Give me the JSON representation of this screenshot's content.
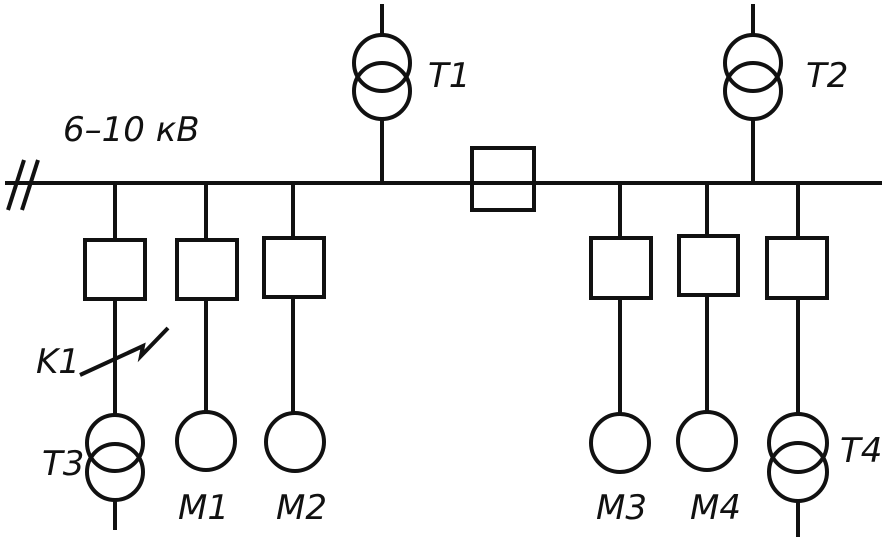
{
  "bus": {
    "voltage_label": "6–10 кВ"
  },
  "labels": {
    "t1": "T1",
    "t2": "T2",
    "t3": "T3",
    "t4": "T4",
    "k1": "K1",
    "m1": "M1",
    "m2": "M2",
    "m3": "M3",
    "m4": "M4"
  },
  "colors": {
    "line": "#111111",
    "background": "#ffffff"
  }
}
